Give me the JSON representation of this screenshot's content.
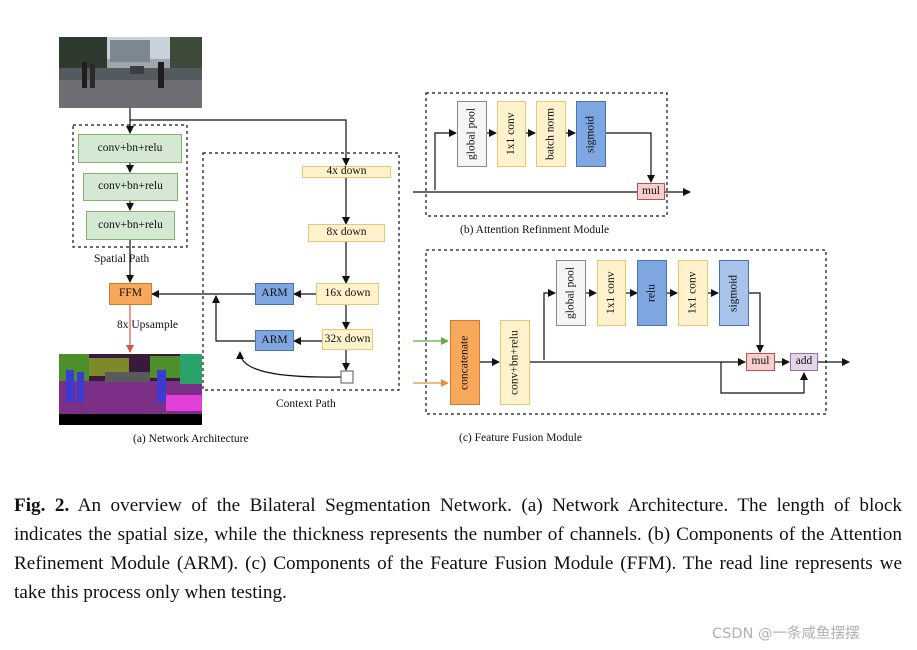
{
  "colors": {
    "spatial_block": "#d5e8d4",
    "context_block": "#fff2cc",
    "arm_block": "#7ea6e0",
    "ffm_block": "#f8a85a",
    "pool_block": "#f5f5f5",
    "mul_block": "#f8cecc",
    "add_block": "#e1d5e7",
    "test_only_line": "#d9534f"
  },
  "images": {
    "input_photo": "street-scene-photo",
    "output_segmentation": "segmentation-map"
  },
  "network": {
    "spatial_blocks": [
      "conv+bn+relu",
      "conv+bn+relu",
      "conv+bn+relu"
    ],
    "spatial_label": "Spatial  Path",
    "context_blocks": [
      "4x down",
      "8x down",
      "16x down",
      "32x down"
    ],
    "arm_labels": [
      "ARM",
      "ARM"
    ],
    "ffm_label": "FFM",
    "upsample_label": "8x Upsample",
    "context_label": "Context Path",
    "caption": "(a) Network Architecture"
  },
  "arm_module": {
    "blocks": [
      "global pool",
      "1x1 conv",
      "batch norm",
      "sigmoid"
    ],
    "mul_label": "mul",
    "caption": "(b) Attention Refinment Module"
  },
  "ffm_module": {
    "concat_label": "concatenate",
    "conv_label": "conv+bn+relu",
    "blocks": [
      "global pool",
      "1x1 conv",
      "relu",
      "1x1 conv",
      "sigmoid"
    ],
    "mul_label": "mul",
    "add_label": "add",
    "caption": "(c) Feature Fusion Module"
  },
  "figure_caption": {
    "label": "Fig. 2.",
    "text": " An overview of the Bilateral Segmentation Network. (a) Network Architecture. The length of block indicates the spatial size, while the thickness represents the number of channels. (b) Components of the Attention Refinement Module (ARM). (c) Components of the Feature Fusion Module (FFM). The read line represents we take this process only when testing."
  },
  "watermark": "CSDN @一条咸鱼摆摆"
}
